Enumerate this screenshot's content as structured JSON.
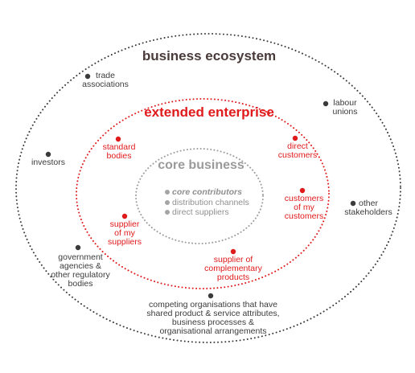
{
  "titles": {
    "outer": "business ecosystem",
    "middle": "extended enterprise",
    "inner": "core business"
  },
  "core_items": [
    "core contributors",
    "distribution channels",
    "direct suppliers"
  ],
  "ecosystem_labels": {
    "trade": "trade\nassociations",
    "labour": "labour\nunions",
    "investors": "investors",
    "other": "other\nstakeholders",
    "government": "government\nagencies &\nother regulatory\nbodies",
    "competing": "competing organisations that have\nshared product & service attributes,\nbusiness processes &\norganisational arrangements"
  },
  "enterprise_labels": {
    "standard": "standard\nbodies",
    "direct": "direct\ncustomers",
    "customers": "customers\nof my\ncustomers",
    "supplier_my": "supplier\nof my\nsuppliers",
    "complementary": "supplier of\ncomplementary\nproducts"
  },
  "colors": {
    "outer_ring": "#3b3b3b",
    "middle_ring": "#e0191b",
    "inner_ring": "#9a9a9a"
  }
}
